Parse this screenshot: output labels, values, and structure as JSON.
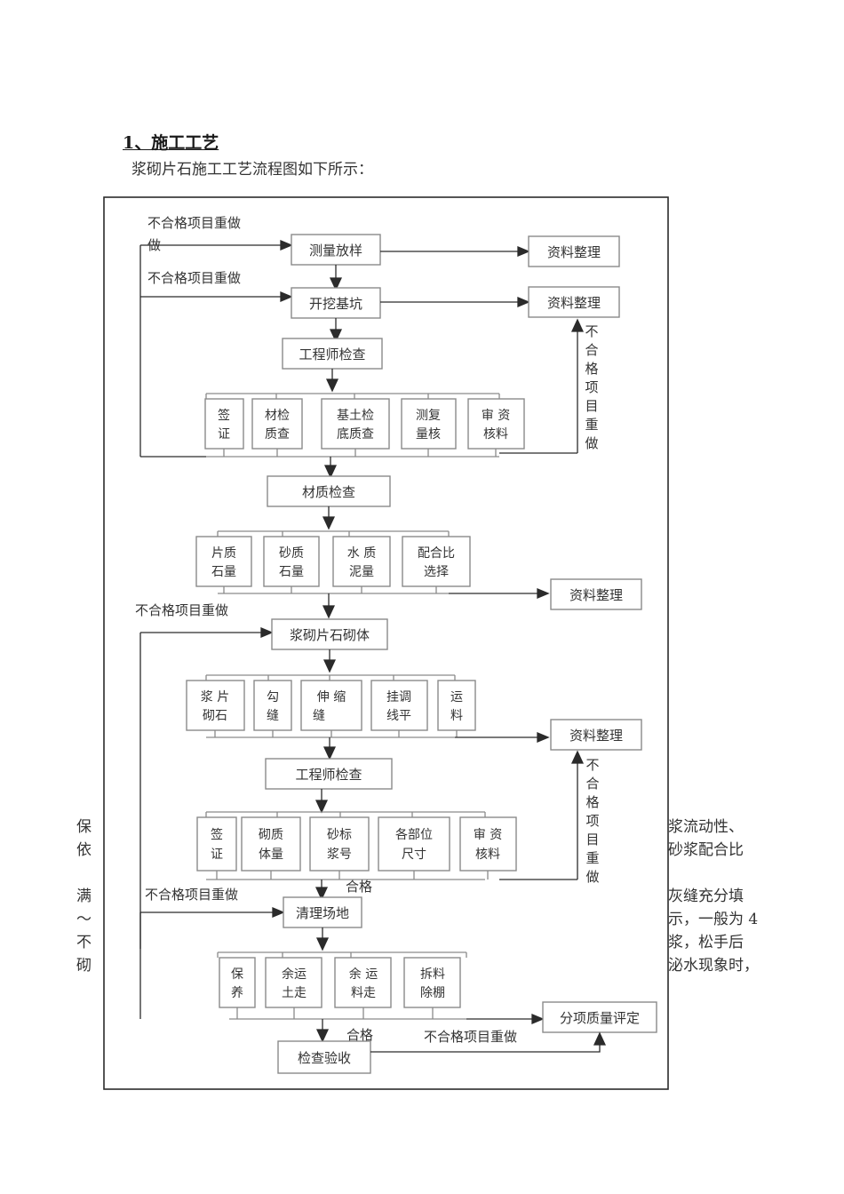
{
  "document": {
    "heading": "1、施工工艺",
    "subheading": "浆砌片石施工工艺流程图如下所示："
  },
  "margin_text": {
    "left_clipped_lines": [
      "保",
      "依",
      "",
      "满",
      "～",
      "不",
      "砌"
    ],
    "right_clipped_lines": [
      "浆流动性、",
      "砂浆配合比",
      "",
      "灰缝充分填",
      "示，一般为 4",
      "浆，松手后",
      "泌水现象时，"
    ]
  },
  "flowchart": {
    "title": "浆砌片石施工工艺流程图",
    "nodes": {
      "n_survey": "测量放样",
      "n_excavate": "开挖基坑",
      "n_engineer_check_1": "工程师检查",
      "n_material_check": "材质检查",
      "n_masonry": "浆砌片石砌体",
      "n_engineer_check_2": "工程师检查",
      "n_cleanup": "清理场地",
      "n_acceptance": "检查验收",
      "n_data_1": "资料整理",
      "n_data_2": "资料整理",
      "n_data_3": "资料整理",
      "n_data_4": "资料整理",
      "n_evaluation": "分项质量评定"
    },
    "group_inspection_1": [
      {
        "line1": "签",
        "line2": "证"
      },
      {
        "line1": "材检",
        "line2": "质查"
      },
      {
        "line1": "基土检",
        "line2": "底质查"
      },
      {
        "line1": "测复",
        "line2": "量核"
      },
      {
        "line1": "审 资",
        "line2": "核料"
      }
    ],
    "group_material": [
      {
        "line1": "片质",
        "line2": "石量"
      },
      {
        "line1": "砂质",
        "line2": "石量"
      },
      {
        "line1": "水 质",
        "line2": "泥量"
      },
      {
        "line1": "配合比",
        "line2": "选择"
      }
    ],
    "group_masonry": [
      {
        "line1": "浆 片",
        "line2": "砌石"
      },
      {
        "line1": "勾",
        "line2": "缝"
      },
      {
        "line1": "伸 缩",
        "line2": "缝"
      },
      {
        "line1": "挂调",
        "line2": "线平"
      },
      {
        "line1": "运",
        "line2": "料"
      }
    ],
    "group_inspection_2": [
      {
        "line1": "签",
        "line2": "证"
      },
      {
        "line1": "砌质",
        "line2": "体量"
      },
      {
        "line1": "砂标",
        "line2": "浆号"
      },
      {
        "line1": "各部位",
        "line2": "尺寸"
      },
      {
        "line1": "审 资",
        "line2": "核料"
      }
    ],
    "group_cleanup": [
      {
        "line1": "保",
        "line2": "养"
      },
      {
        "line1": "余运",
        "line2": "土走"
      },
      {
        "line1": "余 运",
        "line2": "料走"
      },
      {
        "line1": "拆料",
        "line2": "除棚"
      }
    ],
    "edge_labels": {
      "rework_1": "不合格项目重做",
      "rework_1b": "做",
      "rework_2": "不合格项目重做",
      "rework_3": "不合格项目重做",
      "rework_4": "不合格项目重做",
      "rework_5": "不合格项目重做",
      "vertical_rework_1": "不合格项目重做",
      "vertical_rework_2": "不合格项目重做",
      "pass_1": "合格",
      "pass_2": "合格"
    }
  },
  "colors": {
    "background": "#ffffff",
    "text": "#333333",
    "box_stroke": "#8a8a8a",
    "line": "#2b2b2b",
    "frame": "#2b2b2b"
  }
}
